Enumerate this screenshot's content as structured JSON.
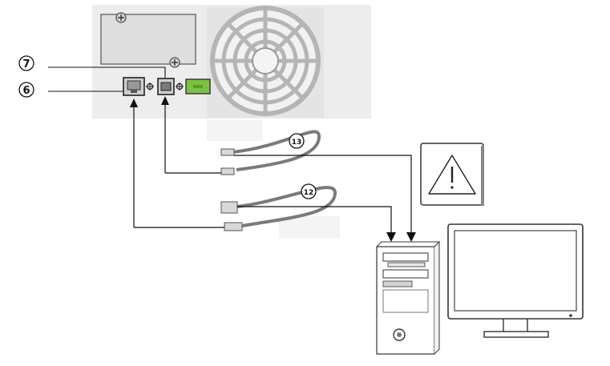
{
  "callouts": {
    "port_usb_number": "7",
    "port_rj45_number": "6",
    "usb_cable_number": "13",
    "serial_cable_number": "12"
  },
  "icons": {
    "warning": "warning-triangle-icon",
    "usb_port": "usb-port-icon",
    "rj45_port": "rj45-port-icon",
    "fan": "fan-icon"
  },
  "colors": {
    "ups_panel": "#ededed",
    "green_connector": "#7cc242",
    "line": "#111111",
    "cable": "#7a7a7a"
  }
}
